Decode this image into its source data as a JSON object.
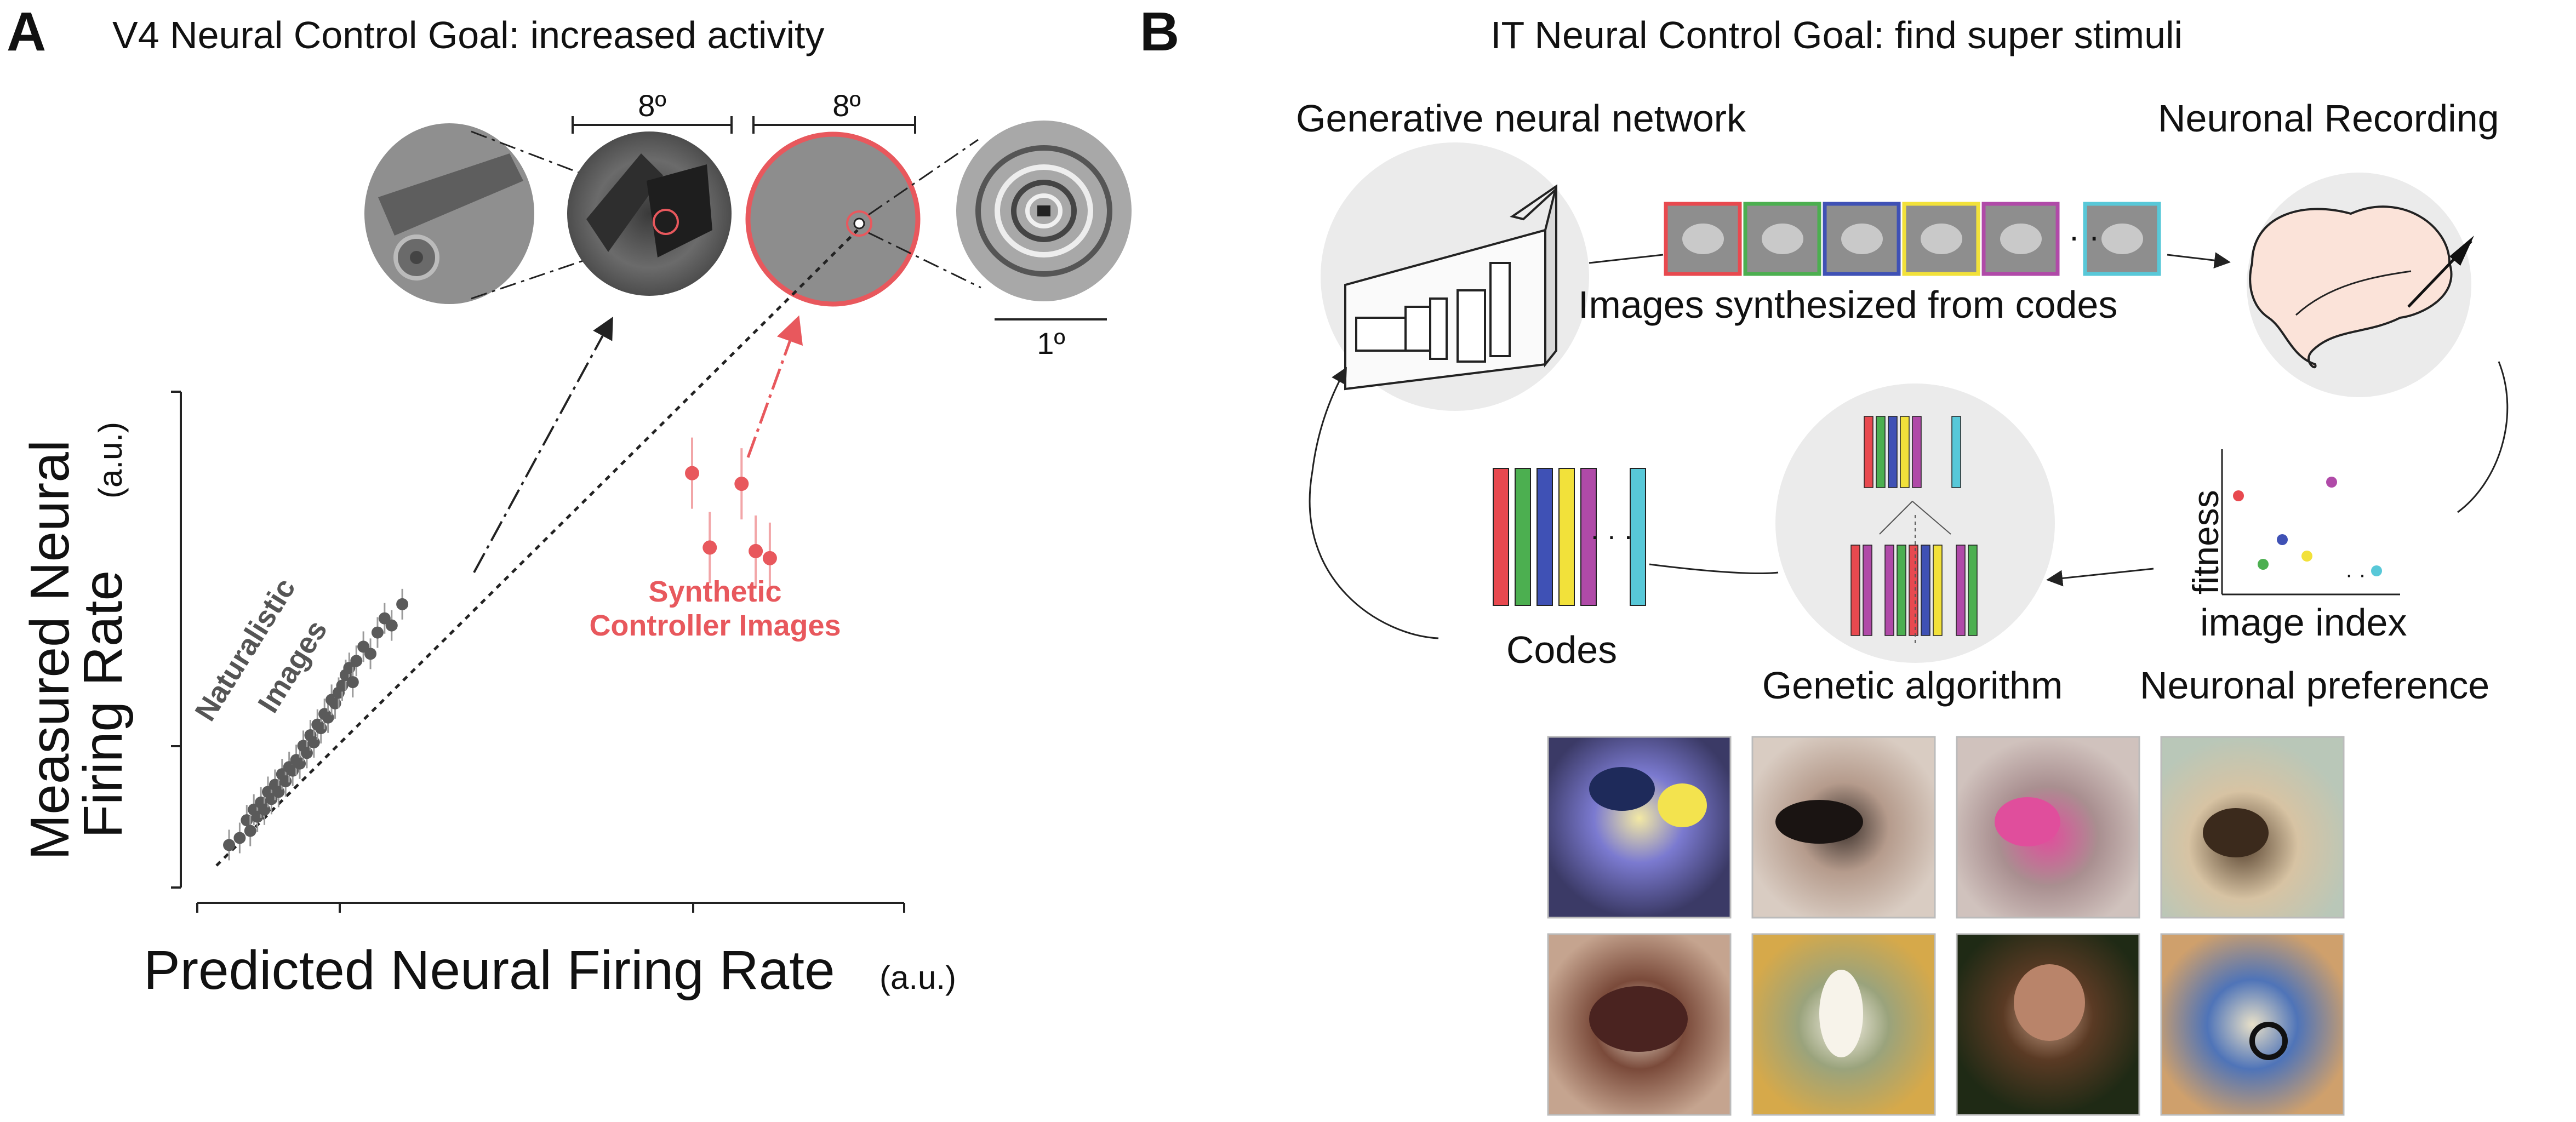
{
  "panel_a": {
    "letter": "A",
    "title": "V4 Neural Control Goal: increased activity",
    "scale_left": "8º",
    "scale_right": "8º",
    "scale_zoom": "1º",
    "ylabel_line1": "Measured Neural",
    "ylabel_line2": "Firing Rate",
    "ylabel_unit": "(a.u.)",
    "xlabel": "Predicted Neural Firing Rate",
    "xlabel_unit": "(a.u.)",
    "naturalistic_line1": "Naturalistic",
    "naturalistic_line2": "Images",
    "synthetic_line1": "Synthetic",
    "synthetic_line2": "Controller Images",
    "accent_color": "#e8585d"
  },
  "panel_b": {
    "letter": "B",
    "title": "IT Neural Control Goal: find super stimuli",
    "generative_label": "Generative neural network",
    "recording_label": "Neuronal Recording",
    "synth_label": "Images synthesized from codes",
    "codes_label": "Codes",
    "genetic_label": "Genetic algorithm",
    "preference_label": "Neuronal preference",
    "fitness_label": "fitness",
    "image_index_label": "image index",
    "code_colors": [
      "#e8494f",
      "#4caf50",
      "#3f51b5",
      "#f2e13a",
      "#b04aa8",
      "#58c8d8"
    ]
  },
  "chart_data": {
    "type": "scatter",
    "xlabel": "Predicted Neural Firing Rate (a.u.)",
    "ylabel": "Measured Neural Firing Rate (a.u.)",
    "series": [
      {
        "name": "Naturalistic Images",
        "points": [
          [
            0.09,
            0.12
          ],
          [
            0.12,
            0.14
          ],
          [
            0.14,
            0.19
          ],
          [
            0.15,
            0.16
          ],
          [
            0.16,
            0.22
          ],
          [
            0.17,
            0.2
          ],
          [
            0.18,
            0.24
          ],
          [
            0.19,
            0.22
          ],
          [
            0.2,
            0.27
          ],
          [
            0.21,
            0.25
          ],
          [
            0.22,
            0.29
          ],
          [
            0.23,
            0.27
          ],
          [
            0.24,
            0.32
          ],
          [
            0.25,
            0.3
          ],
          [
            0.26,
            0.34
          ],
          [
            0.27,
            0.33
          ],
          [
            0.28,
            0.36
          ],
          [
            0.29,
            0.35
          ],
          [
            0.3,
            0.4
          ],
          [
            0.31,
            0.38
          ],
          [
            0.32,
            0.43
          ],
          [
            0.33,
            0.41
          ],
          [
            0.34,
            0.46
          ],
          [
            0.35,
            0.45
          ],
          [
            0.36,
            0.49
          ],
          [
            0.37,
            0.48
          ],
          [
            0.38,
            0.53
          ],
          [
            0.39,
            0.52
          ],
          [
            0.4,
            0.55
          ],
          [
            0.41,
            0.57
          ],
          [
            0.42,
            0.6
          ],
          [
            0.43,
            0.62
          ],
          [
            0.44,
            0.58
          ],
          [
            0.45,
            0.64
          ],
          [
            0.47,
            0.68
          ],
          [
            0.49,
            0.66
          ],
          [
            0.51,
            0.72
          ],
          [
            0.53,
            0.76
          ],
          [
            0.55,
            0.74
          ],
          [
            0.58,
            0.8
          ]
        ]
      },
      {
        "name": "Synthetic Controller Images",
        "points": [
          [
            1.4,
            1.17
          ],
          [
            1.54,
            1.14
          ],
          [
            1.45,
            0.96
          ],
          [
            1.58,
            0.95
          ],
          [
            1.62,
            0.93
          ]
        ]
      }
    ]
  }
}
